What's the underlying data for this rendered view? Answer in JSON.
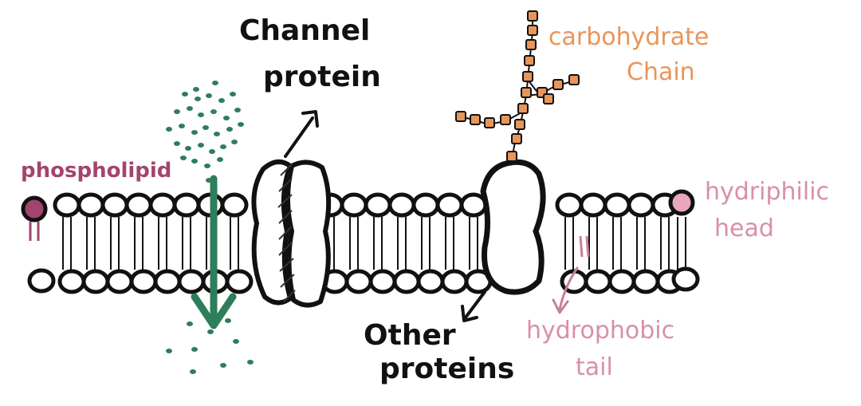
{
  "labels": {
    "channel_protein": [
      "Channel",
      "protein"
    ],
    "carbohydrate_chain": [
      "carbohydrate",
      "Chain"
    ],
    "phospholipid": "phospholipid",
    "hydrophilic_head": [
      "hydriphilic",
      "head"
    ],
    "hydrophobic_tail": [
      "hydrophobic",
      "tail"
    ],
    "other_proteins": [
      "Other",
      "proteins"
    ]
  },
  "colors": {
    "outline": "#111111",
    "molecules": "#2e7d5b",
    "carbohydrate": "#e8955a",
    "phospholipid": "#a3446e",
    "hydrophilic": "#d98fa8",
    "hydrophobic": "#c77e9c"
  }
}
